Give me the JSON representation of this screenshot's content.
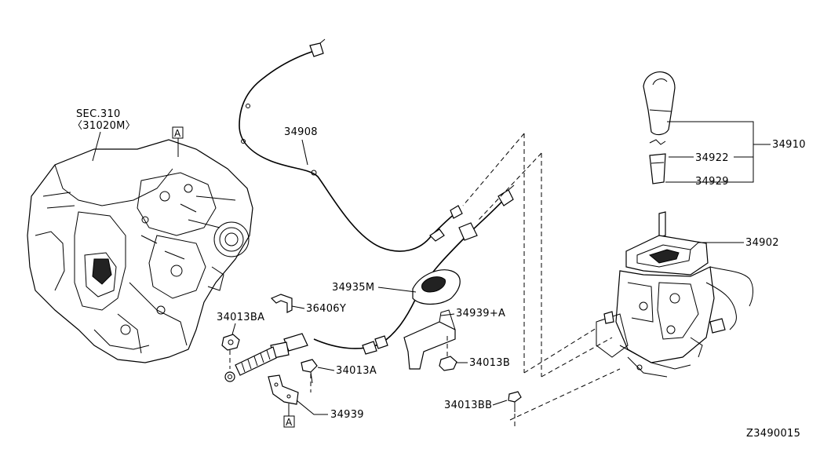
{
  "sec_ref": {
    "line1": "SEC.310",
    "line2": "〈31020M〉"
  },
  "callouts": {
    "view_a_top": "A",
    "view_a_bottom": "A"
  },
  "part_labels": {
    "p34908": "34908",
    "p34910": "34910",
    "p34922": "34922",
    "p34929": "34929",
    "p34902": "34902",
    "p34935M": "34935M",
    "p34939A": "34939+A",
    "p34013BA": "34013BA",
    "p36406Y": "36406Y",
    "p34013A": "34013A",
    "p34013B": "34013B",
    "p34939": "34939",
    "p34013BB": "34013BB"
  },
  "diagram_id": "Z3490015"
}
